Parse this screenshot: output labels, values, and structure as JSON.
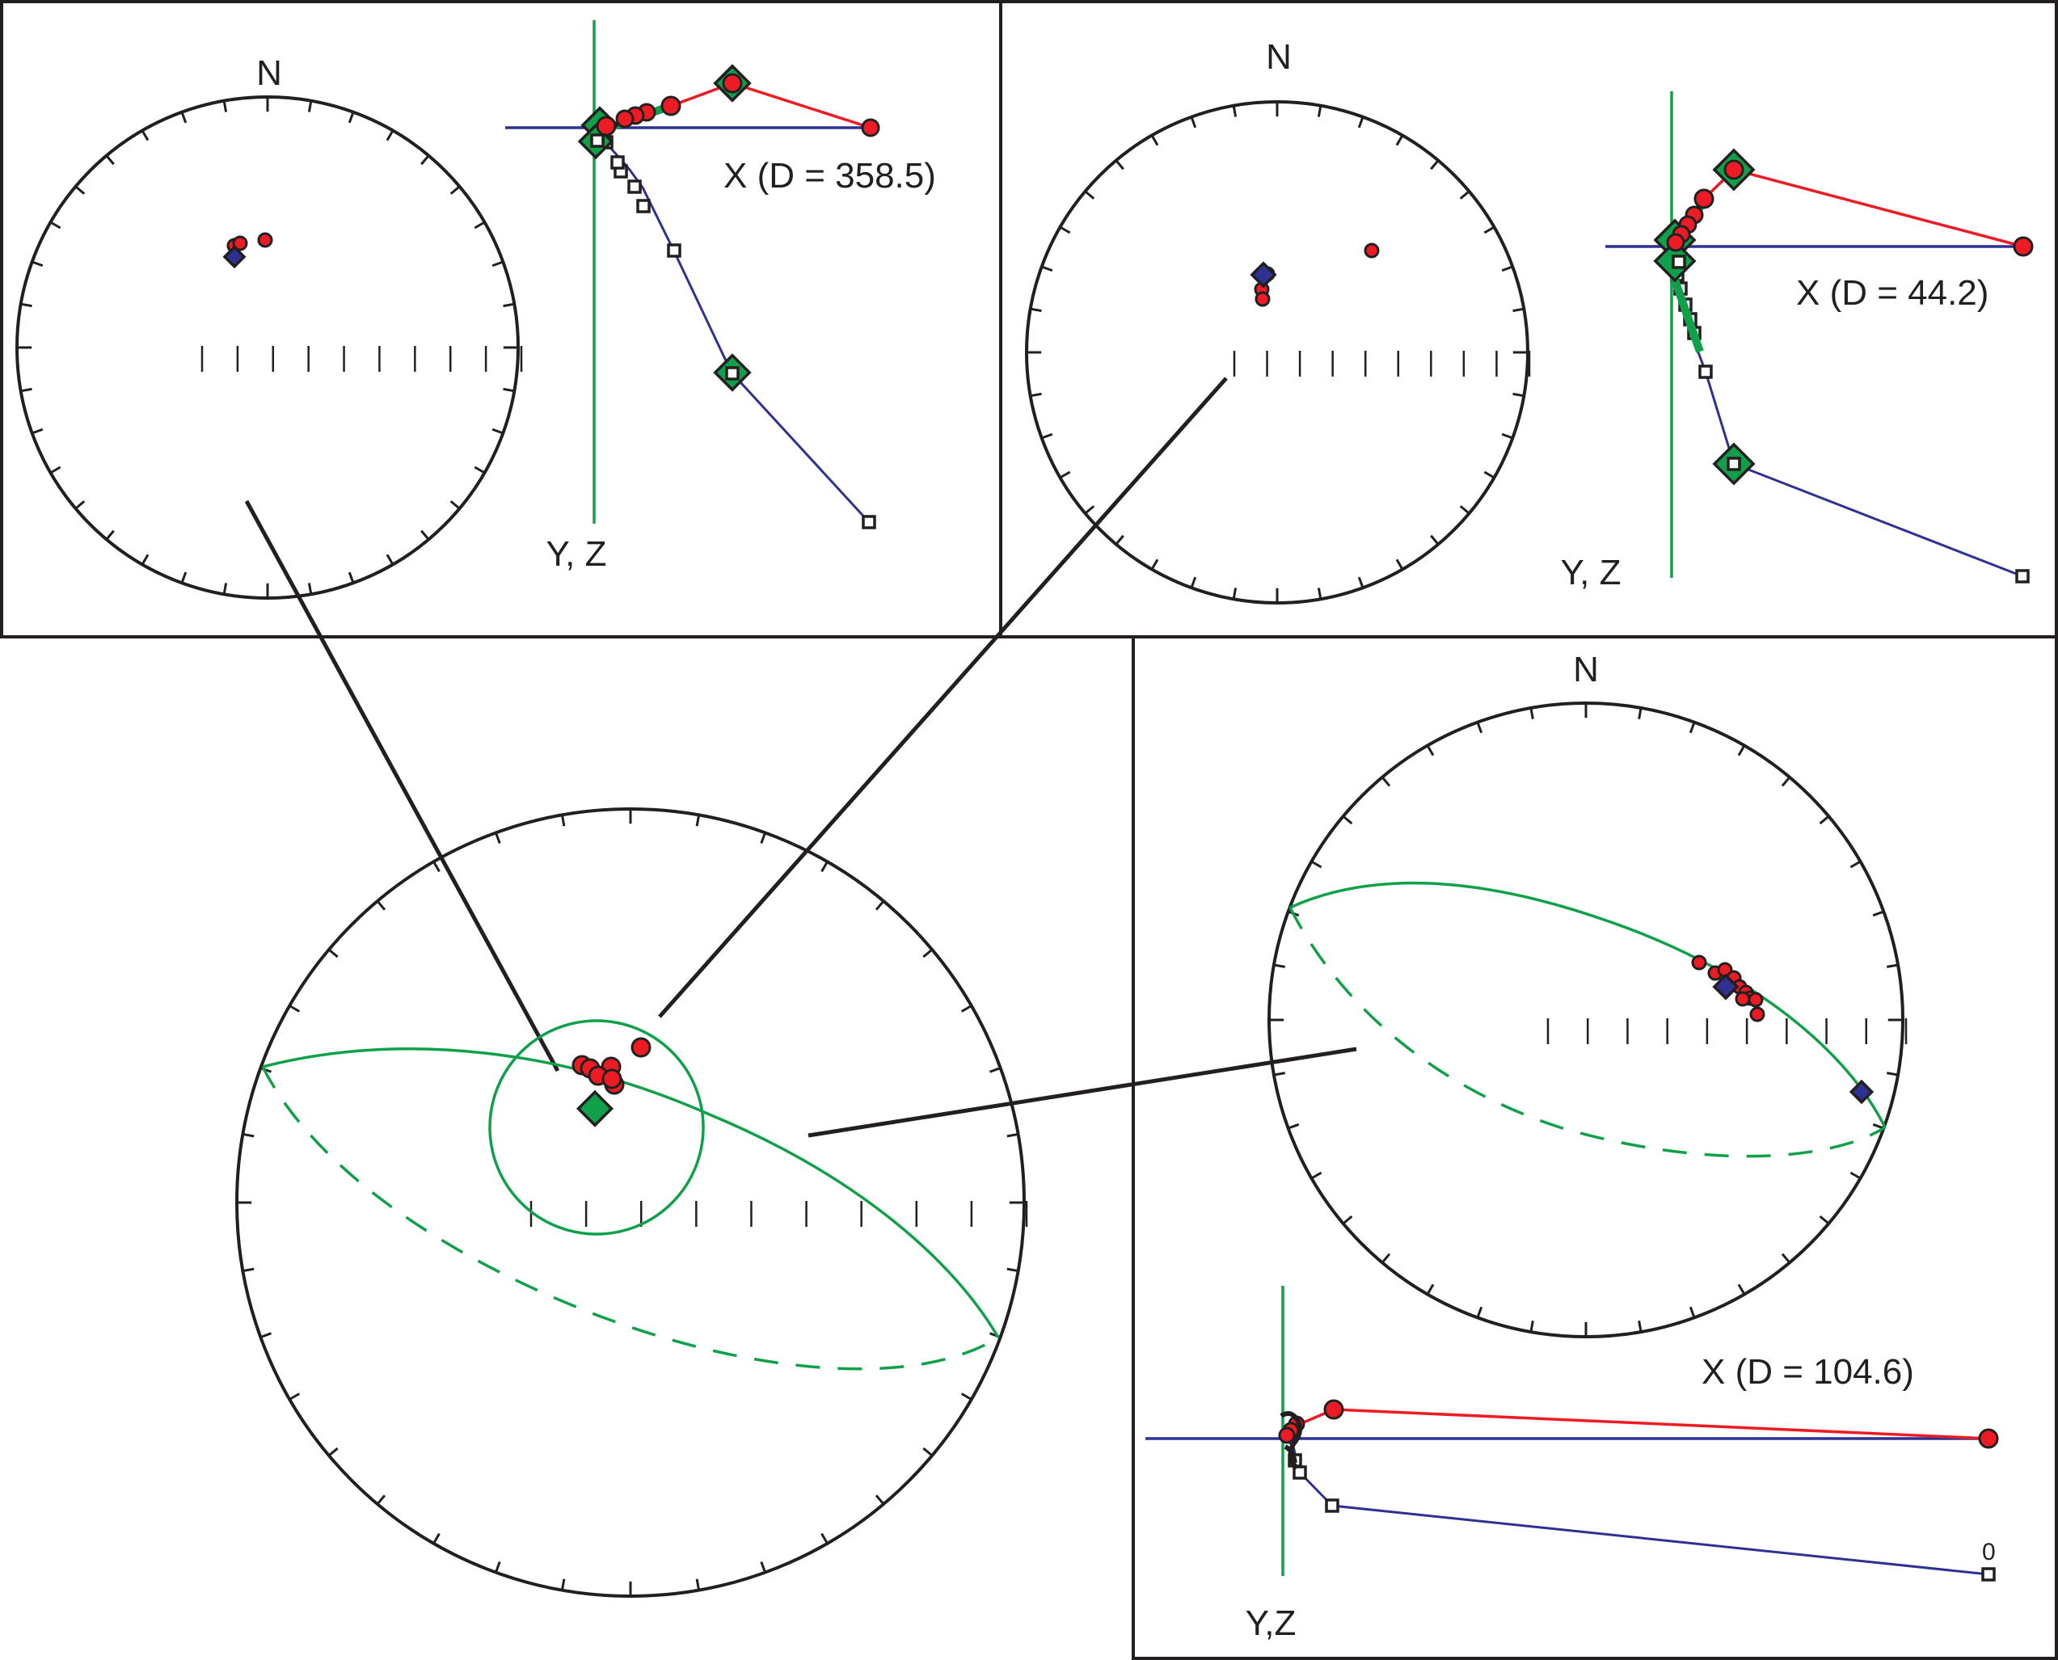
{
  "figure": {
    "type": "paleomagnetic demagnetization diagram",
    "colors": {
      "frame": "#231f20",
      "horizontal_projection": "#2e3192",
      "vertical_projection": "#ed1c24",
      "fit_and_axes": "#10a04a",
      "mean_direction": "#10a04a",
      "blue_diamond": "#2e3192"
    }
  },
  "panels": [
    {
      "id": "top-left",
      "stereonet": {
        "north_label": "N"
      },
      "zijderveld": {
        "x_axis_label": "X (D = 358.5)",
        "yz_axis_label": "Y, Z",
        "declination": 358.5
      }
    },
    {
      "id": "top-right",
      "stereonet": {
        "north_label": "N"
      },
      "zijderveld": {
        "x_axis_label": "X (D = 44.2)",
        "yz_axis_label": "Y, Z",
        "declination": 44.2
      }
    },
    {
      "id": "bottom-right",
      "stereonet": {
        "north_label": "N",
        "has_great_circle": true
      },
      "zijderveld": {
        "x_axis_label": "X (D = 104.6)",
        "yz_axis_label": "Y,Z",
        "declination": 104.6,
        "first_step_label": "0"
      }
    },
    {
      "id": "summary-stereonet",
      "has_alpha95_circle": true,
      "has_great_circle": true,
      "mean_symbol": "green-diamond"
    }
  ],
  "chart_data": [
    {
      "type": "scatter",
      "title": "Equal-area stereonet (top-left)",
      "north_label": "N",
      "points": [
        {
          "series": "red-circles",
          "count": 3,
          "position": "NW of center, near 0.4R"
        },
        {
          "series": "blue-diamond",
          "count": 1,
          "position": "NW of center, near 0.4R"
        }
      ]
    },
    {
      "type": "line",
      "title": "Orthogonal vector plot (top-left)",
      "xlabel": "X (D = 358.5)",
      "ylabel": "Y, Z",
      "series": [
        {
          "name": "vertical (red circles)",
          "steps": 8
        },
        {
          "name": "horizontal (open squares)",
          "steps": 9
        }
      ]
    },
    {
      "type": "scatter",
      "title": "Equal-area stereonet (top-right)",
      "north_label": "N",
      "points": [
        {
          "series": "red-circles",
          "count": 4
        },
        {
          "series": "blue-diamond",
          "count": 1
        }
      ]
    },
    {
      "type": "line",
      "title": "Orthogonal vector plot (top-right)",
      "xlabel": "X (D = 44.2)",
      "ylabel": "Y, Z",
      "series": [
        {
          "name": "vertical (red circles)",
          "steps": 10
        },
        {
          "name": "horizontal (open squares)",
          "steps": 10
        }
      ]
    },
    {
      "type": "scatter",
      "title": "Equal-area stereonet with great circle (bottom-right)",
      "north_label": "N",
      "points": [
        {
          "series": "red-circles",
          "count": 10
        },
        {
          "series": "blue-diamond",
          "count": 2
        }
      ]
    },
    {
      "type": "line",
      "title": "Orthogonal vector plot (bottom-right)",
      "xlabel": "X (D = 104.6)",
      "ylabel": "Y,Z",
      "annotations": [
        "0"
      ],
      "series": [
        {
          "name": "vertical (red circles)",
          "steps": 12
        },
        {
          "name": "horizontal (open squares)",
          "steps": 12
        }
      ]
    },
    {
      "type": "scatter",
      "title": "Summary stereonet (site mean with alpha95)",
      "points": [
        {
          "series": "red-circles",
          "count": 7
        },
        {
          "series": "green-diamond (mean)",
          "count": 1
        }
      ]
    }
  ]
}
